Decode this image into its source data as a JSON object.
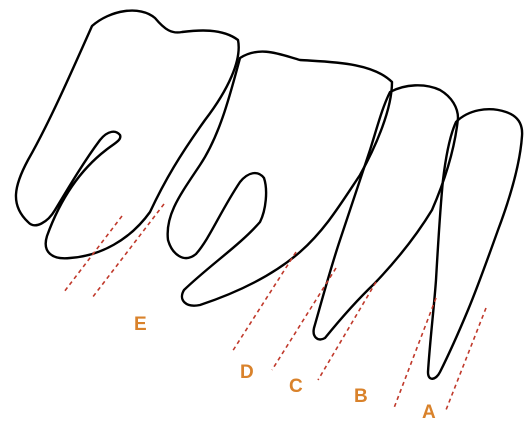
{
  "colors": {
    "outline": "#000000",
    "guide_line": "#c0392b",
    "label": "#d9822b",
    "background": "#ffffff"
  },
  "labels": {
    "a": "A",
    "b": "B",
    "c": "C",
    "d": "D",
    "e": "E"
  }
}
